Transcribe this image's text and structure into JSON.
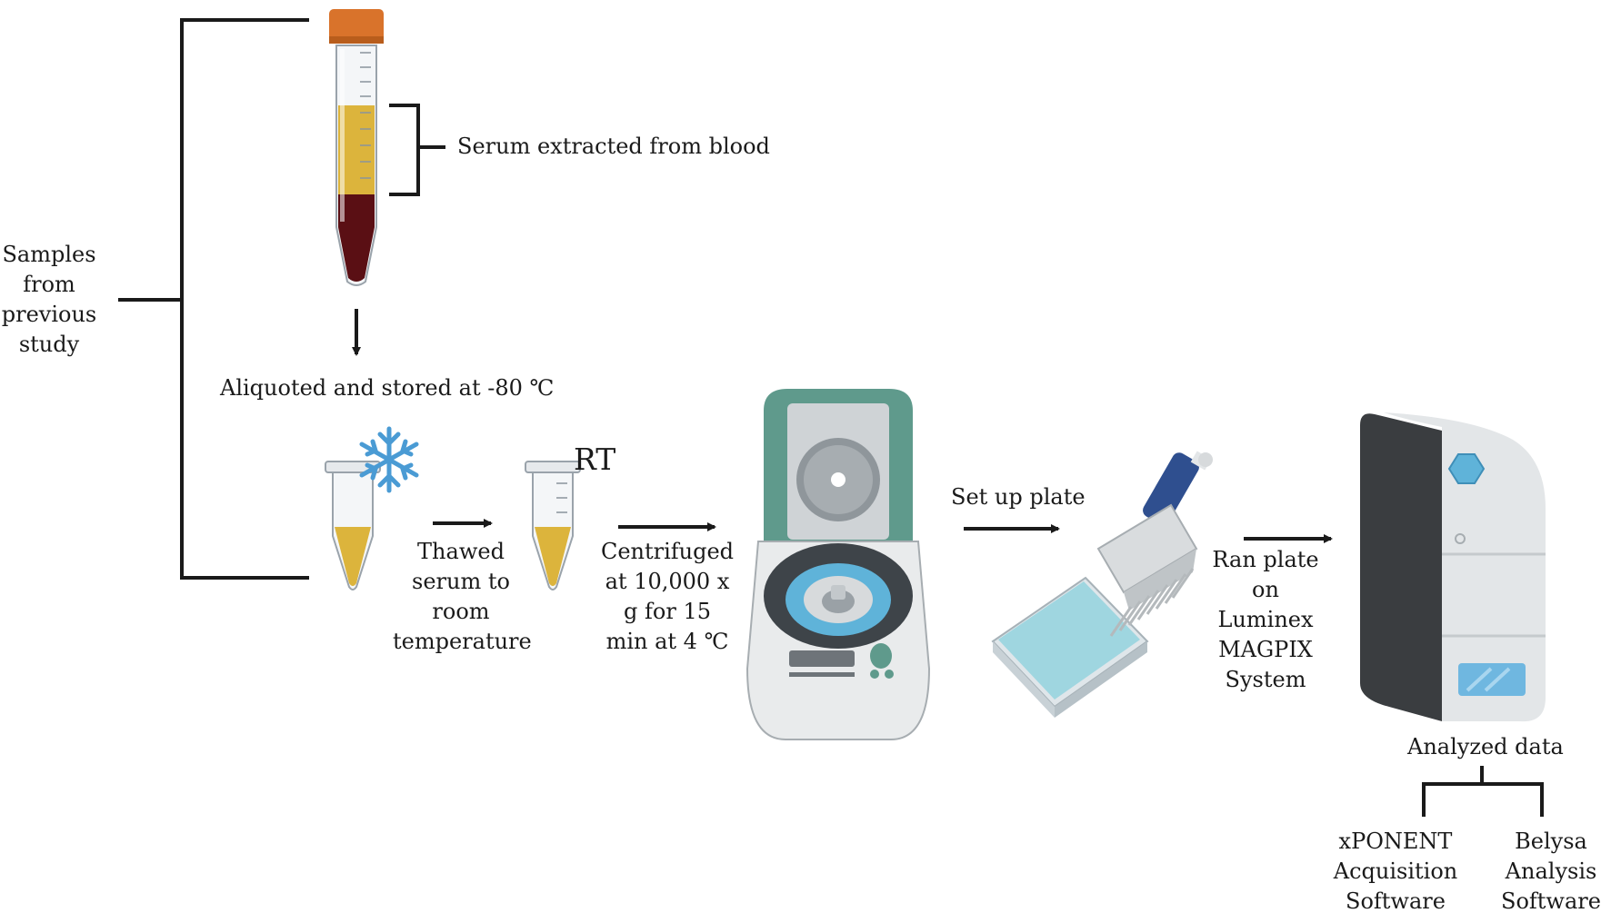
{
  "labels": {
    "samples": "Samples\nfrom\nprevious\nstudy",
    "serum": "Serum extracted from blood",
    "aliquoted": "Aliquoted and stored at -80 ℃",
    "rt": "RT",
    "thawed": "Thawed\nserum to\nroom\ntemperature",
    "centrifuged": "Centrifuged\nat 10,000 x\ng for 15\nmin at 4 ℃",
    "setup": "Set up plate",
    "ran": "Ran plate\non\nLuminex\nMAGPIX\nSystem",
    "analyzed": "Analyzed data",
    "xponent": "xPONENT\nAcquisition\nSoftware",
    "belysa": "Belysa\nAnalysis\nSoftware"
  },
  "colors": {
    "line": "#1a1a1a",
    "cap": "#d9732b",
    "serum": "#dcb43c",
    "blood": "#5a0f14",
    "snowflake": "#4a9bd4",
    "lid": "#5f9a8c",
    "pipette": "#2f4f8f",
    "plate": "#9fd6e0"
  },
  "icons": [
    "falcon-tube-icon",
    "snowflake-icon",
    "microtube-icon",
    "centrifuge-icon",
    "multichannel-pipette-icon",
    "well-plate-icon",
    "magpix-instrument-icon"
  ]
}
